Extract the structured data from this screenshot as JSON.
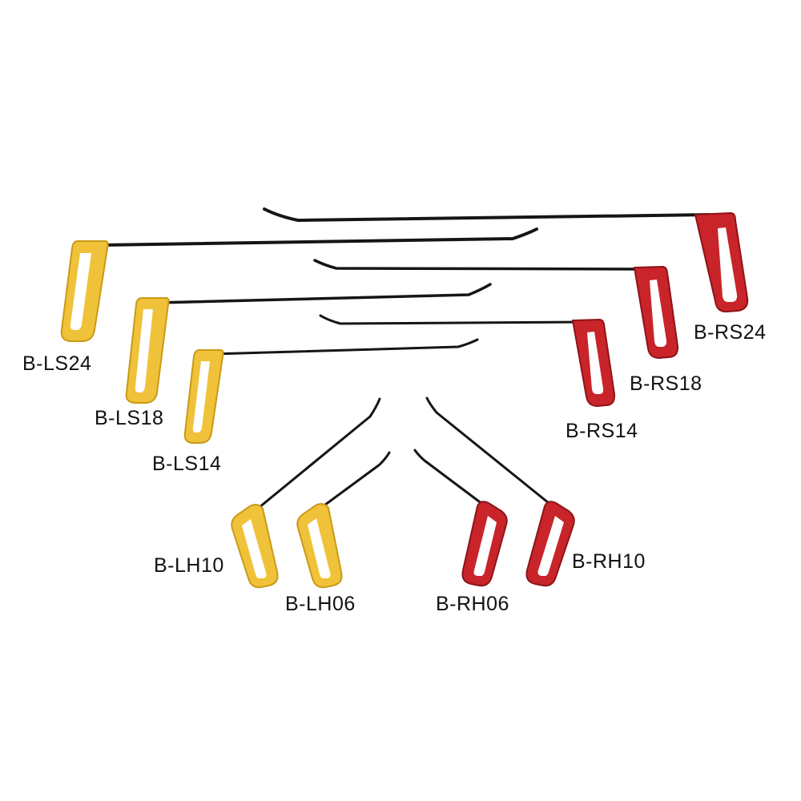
{
  "colors": {
    "yellow_handle": "#efc23a",
    "yellow_edge": "#c99a18",
    "red_handle": "#c8242a",
    "red_edge": "#8e1418",
    "rod": "#151515"
  },
  "tools": [
    {
      "label": "B-RS24",
      "handle_color": "red"
    },
    {
      "label": "B-LS24",
      "handle_color": "yellow"
    },
    {
      "label": "B-RS18",
      "handle_color": "red"
    },
    {
      "label": "B-LS18",
      "handle_color": "yellow"
    },
    {
      "label": "B-RS14",
      "handle_color": "red"
    },
    {
      "label": "B-LS14",
      "handle_color": "yellow"
    },
    {
      "label": "B-LH10",
      "handle_color": "yellow"
    },
    {
      "label": "B-LH06",
      "handle_color": "yellow"
    },
    {
      "label": "B-RH06",
      "handle_color": "red"
    },
    {
      "label": "B-RH10",
      "handle_color": "red"
    }
  ]
}
